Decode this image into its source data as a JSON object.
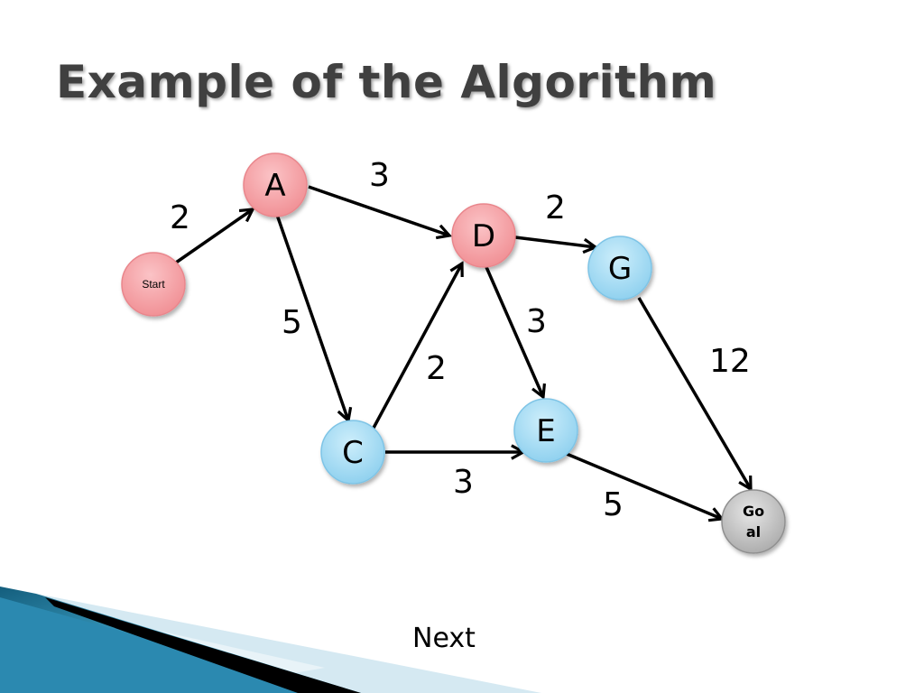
{
  "slide": {
    "title": "Example of the Algorithm",
    "next_label": "Next"
  },
  "colors": {
    "red_node": "#f4a1a5",
    "blue_node": "#a8daf2",
    "goal_node": "#bdbdbd",
    "title_text": "#404040",
    "decor_dark": "#1b6f91",
    "decor_light": "#d5e9f2"
  },
  "graph": {
    "nodes": [
      {
        "id": "start",
        "label": "Start",
        "color": "red"
      },
      {
        "id": "A",
        "label": "A",
        "color": "red"
      },
      {
        "id": "D",
        "label": "D",
        "color": "red"
      },
      {
        "id": "G",
        "label": "G",
        "color": "blue"
      },
      {
        "id": "C",
        "label": "C",
        "color": "blue"
      },
      {
        "id": "E",
        "label": "E",
        "color": "blue"
      },
      {
        "id": "goal",
        "label_line1": "Go",
        "label_line2": "al",
        "color": "gray"
      }
    ],
    "edges": [
      {
        "from": "start",
        "to": "A",
        "weight": "2"
      },
      {
        "from": "A",
        "to": "D",
        "weight": "3"
      },
      {
        "from": "A",
        "to": "C",
        "weight": "5"
      },
      {
        "from": "C",
        "to": "D",
        "weight": "2"
      },
      {
        "from": "D",
        "to": "G",
        "weight": "2"
      },
      {
        "from": "D",
        "to": "E",
        "weight": "3"
      },
      {
        "from": "C",
        "to": "E",
        "weight": "3"
      },
      {
        "from": "G",
        "to": "goal",
        "weight": "12"
      },
      {
        "from": "E",
        "to": "goal",
        "weight": "5"
      }
    ]
  }
}
